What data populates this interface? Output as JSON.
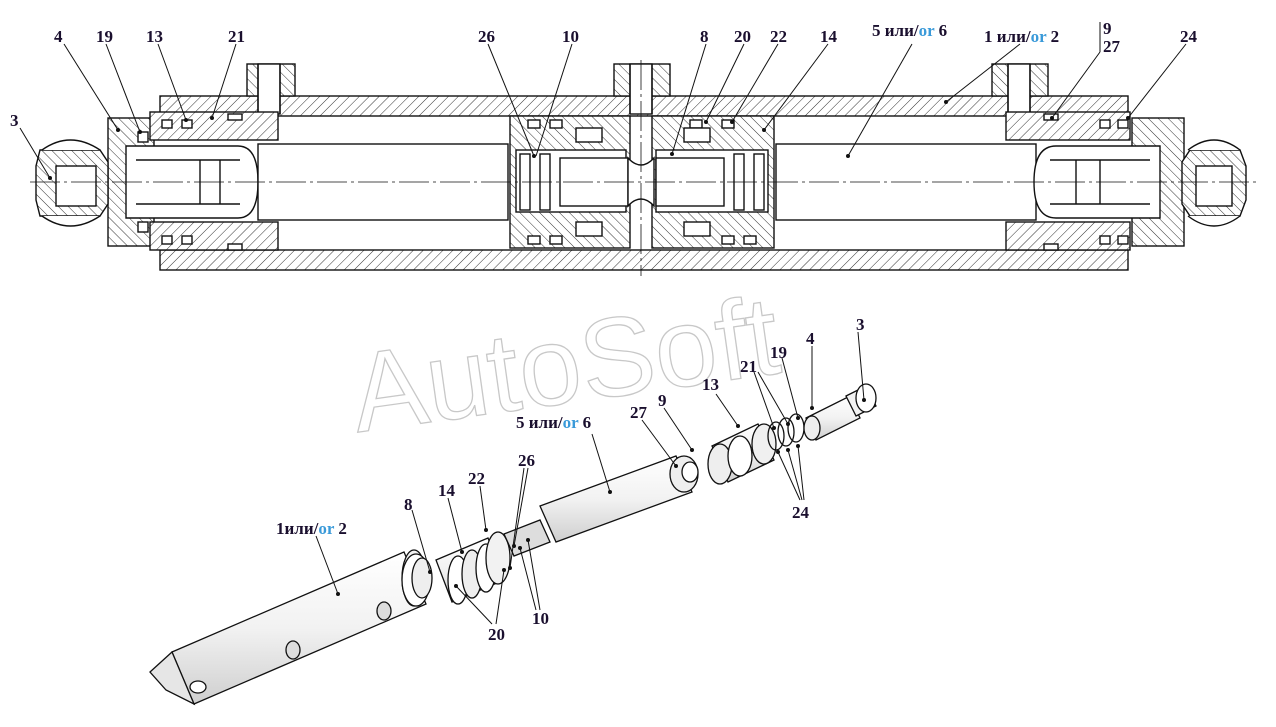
{
  "watermark": "AutoSoft",
  "or_word": "or",
  "top_labels": {
    "l4": "4",
    "l19": "19",
    "l13": "13",
    "l21": "21",
    "l3": "3",
    "l26": "26",
    "l10": "10",
    "l8": "8",
    "l20": "20",
    "l22": "22",
    "l14": "14",
    "l56_a": "5 или/",
    "l56_b": "6",
    "l12_a": "1 или/",
    "l12_b": "2",
    "l9": "9",
    "l27": "27",
    "l24": "24"
  },
  "bottom_labels": {
    "l3": "3",
    "l4": "4",
    "l19": "19",
    "l21": "21",
    "l13": "13",
    "l9": "9",
    "l27": "27",
    "l56_a": "5 или/",
    "l56_b": "6",
    "l26": "26",
    "l22": "22",
    "l14": "14",
    "l8": "8",
    "l12_a": "1или/",
    "l12_b": "2",
    "l20": "20",
    "l10": "10",
    "l24": "24"
  }
}
